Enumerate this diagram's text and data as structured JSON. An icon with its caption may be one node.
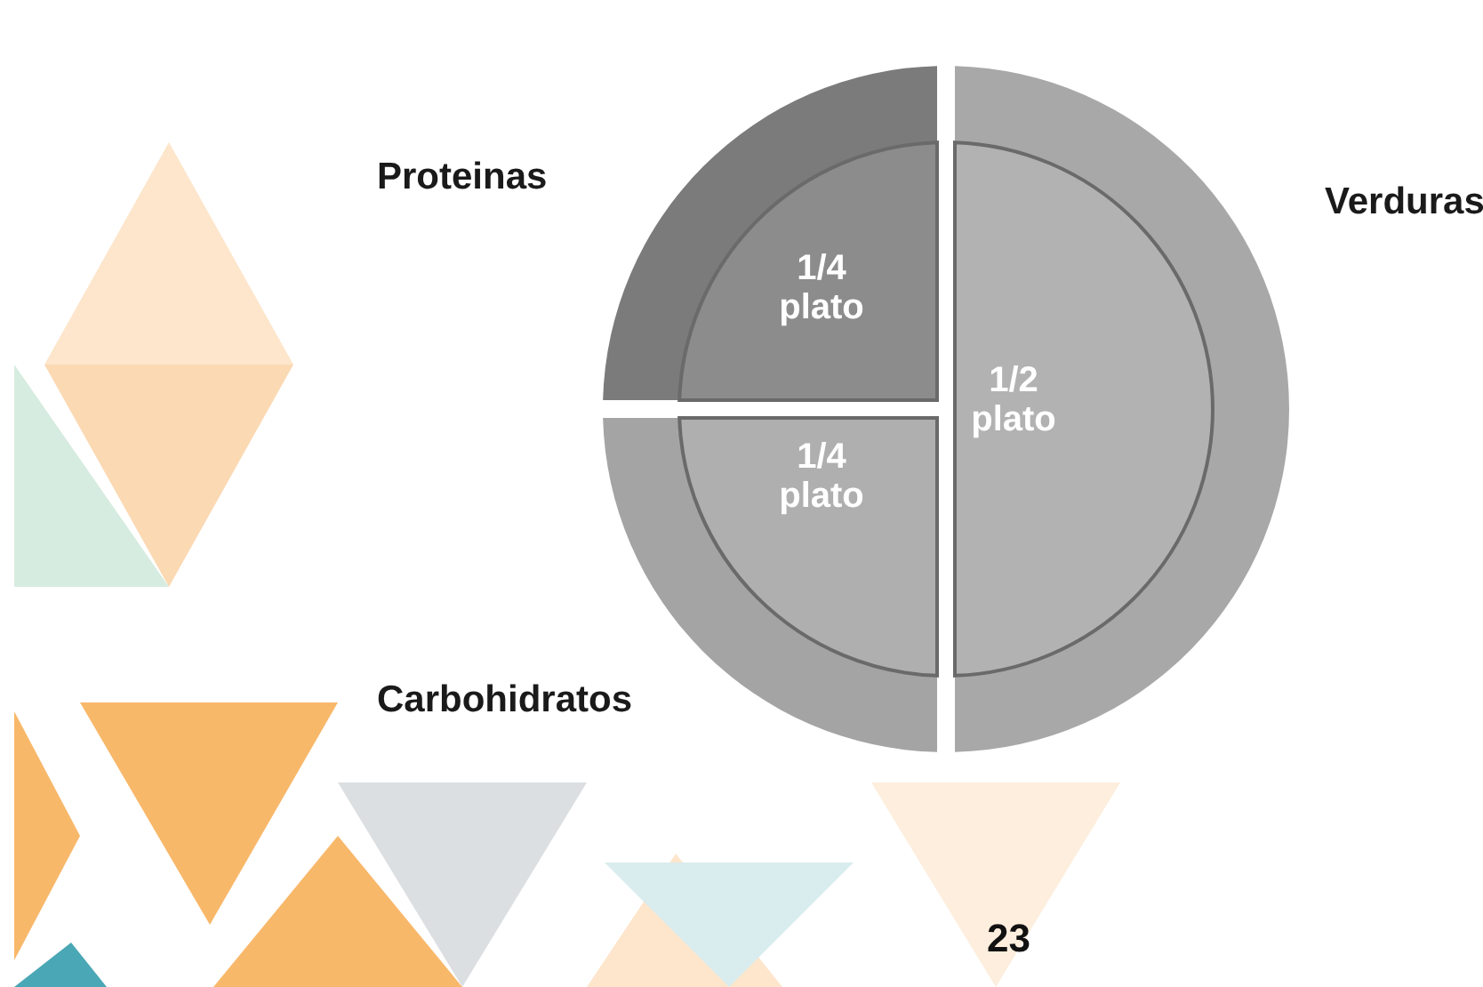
{
  "diagram": {
    "nodes": [
      {
        "text": [
          "Proteinas",
          "1/4 plato"
        ]
      },
      {
        "text": [
          "Verduras",
          "1/2 plato"
        ]
      },
      {
        "text": [
          "Carbohidratos",
          "1/4 plato"
        ]
      }
    ],
    "labels": [
      "23"
    ]
  }
}
